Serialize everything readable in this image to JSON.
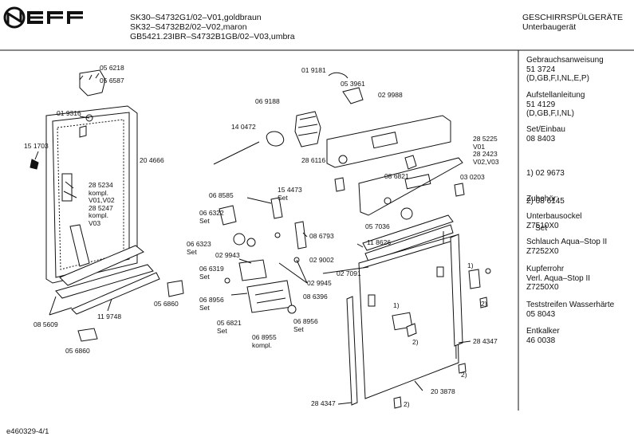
{
  "header": {
    "brand": "NEFF",
    "models": [
      "SK30–S4732G1/02–V01,goldbraun",
      "SK32–S4732B2/02–V02,maron",
      "GB5421.23IBR–S4732B1GB/02–V03,umbra"
    ],
    "category": "GESCHIRRSPÜLGERÄTE",
    "subcategory": "Unterbaugerät"
  },
  "sidebar": {
    "entries": [
      [
        "Gebrauchsanweisung",
        "51 3724",
        "(D,GB,F,I,NL,E,P)"
      ],
      [
        "Aufstellanleitung",
        "51 4129",
        "(D,GB,F,I,NL)"
      ],
      [
        "Set/Einbau",
        "08 8403"
      ],
      [
        "1) 02 9673",
        "2) 08 6145",
        "    Set"
      ],
      [
        "Zubehör:"
      ],
      [
        "Unterbausockel",
        "Z7510X0"
      ],
      [
        "Schlauch Aqua–Stop II",
        "Z7252X0"
      ],
      [
        "Kupferrohr",
        "Verl. Aqua–Stop II",
        "Z7250X0"
      ],
      [
        "Teststreifen Wasserhärte",
        "05 8043"
      ],
      [
        "Entkalker",
        "46 0038"
      ]
    ]
  },
  "footer": {
    "code": "e460329-4/1"
  },
  "parts": [
    {
      "text": "05 6218"
    },
    {
      "text": "05 6587"
    },
    {
      "text": "01 9316"
    },
    {
      "text": "15 1703"
    },
    {
      "text": "20 4666"
    },
    {
      "text": "28 5234\nkompl.\nV01,V02\n28 5247\nkompl.\nV03"
    },
    {
      "text": "08 5609"
    },
    {
      "text": "11 9748"
    },
    {
      "text": "05 6860"
    },
    {
      "text": "05 6860"
    },
    {
      "text": "01 9181"
    },
    {
      "text": "05 3961"
    },
    {
      "text": "06 9188"
    },
    {
      "text": "02 9988"
    },
    {
      "text": "14 0472"
    },
    {
      "text": "28 6116"
    },
    {
      "text": "28 5225\nV01\n28 2423\nV02,V03"
    },
    {
      "text": "08 6821"
    },
    {
      "text": "03 0203"
    },
    {
      "text": "06 8585"
    },
    {
      "text": "15 4473\nSet"
    },
    {
      "text": "06 6322\nSet"
    },
    {
      "text": "06 6323\nSet"
    },
    {
      "text": "08 6793"
    },
    {
      "text": "05 7036"
    },
    {
      "text": "11 8626"
    },
    {
      "text": "02 9943"
    },
    {
      "text": "02 9002"
    },
    {
      "text": "06 6319\nSet"
    },
    {
      "text": "02 7091"
    },
    {
      "text": "02 9945"
    },
    {
      "text": "08 6396"
    },
    {
      "text": "06 8956\nSet"
    },
    {
      "text": "05 6821\nSet"
    },
    {
      "text": "06 8956\nSet"
    },
    {
      "text": "06 8955\nkompl."
    },
    {
      "text": "1)"
    },
    {
      "text": "2)"
    },
    {
      "text": "1)"
    },
    {
      "text": "2)"
    },
    {
      "text": "2)"
    },
    {
      "text": "2)"
    },
    {
      "text": "28 4347"
    },
    {
      "text": "28 4347"
    },
    {
      "text": "20 3878"
    }
  ]
}
